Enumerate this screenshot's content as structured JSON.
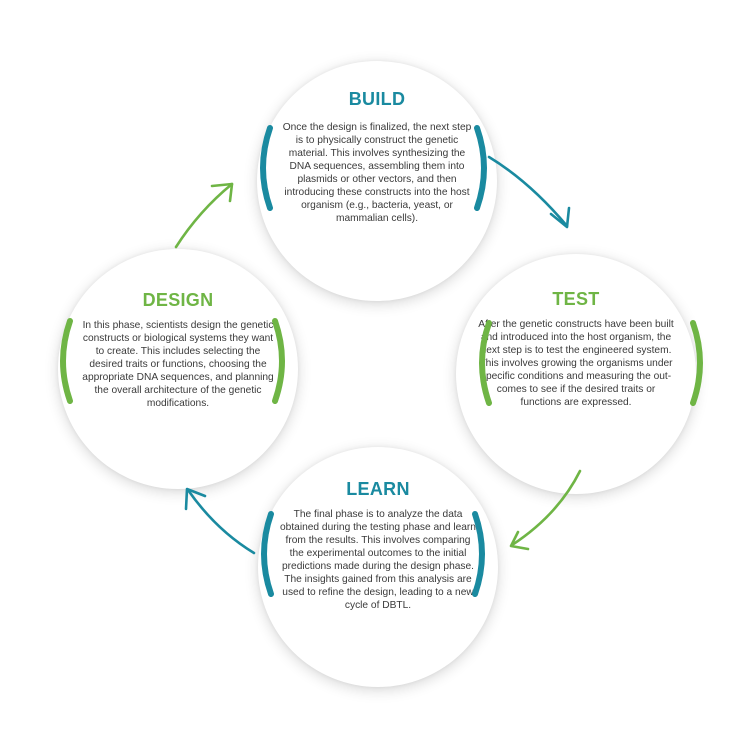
{
  "colors": {
    "blue": "#1a8aa0",
    "green": "#6fb545",
    "text": "#3a3a3a"
  },
  "nodes": {
    "build": {
      "title": "BUILD",
      "text": "Once the design is finalized, the next step is to physically construct the genetic material. This involves synthesizing the DNA sequences, assembling them into plasmids or other vectors, and then introducing these constructs into the host organism (e.g., bacteria, yeast, or mammalian cells)."
    },
    "test": {
      "title": "TEST",
      "text": "After the genetic constructs have been built and introduced into the host organism, the next step is to test the engineered system. This involves growing the organisms under specific conditions and measuring the out-comes to see if the desired traits or functions are expressed."
    },
    "design": {
      "title": "DESIGN",
      "text": "In this phase, scientists design the genetic constructs or biological systems they want to create. This includes selecting the desired traits or functions, choosing the appropriate DNA sequences, and planning the overall architecture of the genetic modifications."
    },
    "learn": {
      "title": "LEARN",
      "text": "The final phase is to analyze the data obtained during the testing phase and learn from the results. This involves comparing the experimental outcomes to the initial predictions made during the design phase. The insights gained from this analysis are used to refine the design, leading to a new cycle of DBTL."
    }
  }
}
